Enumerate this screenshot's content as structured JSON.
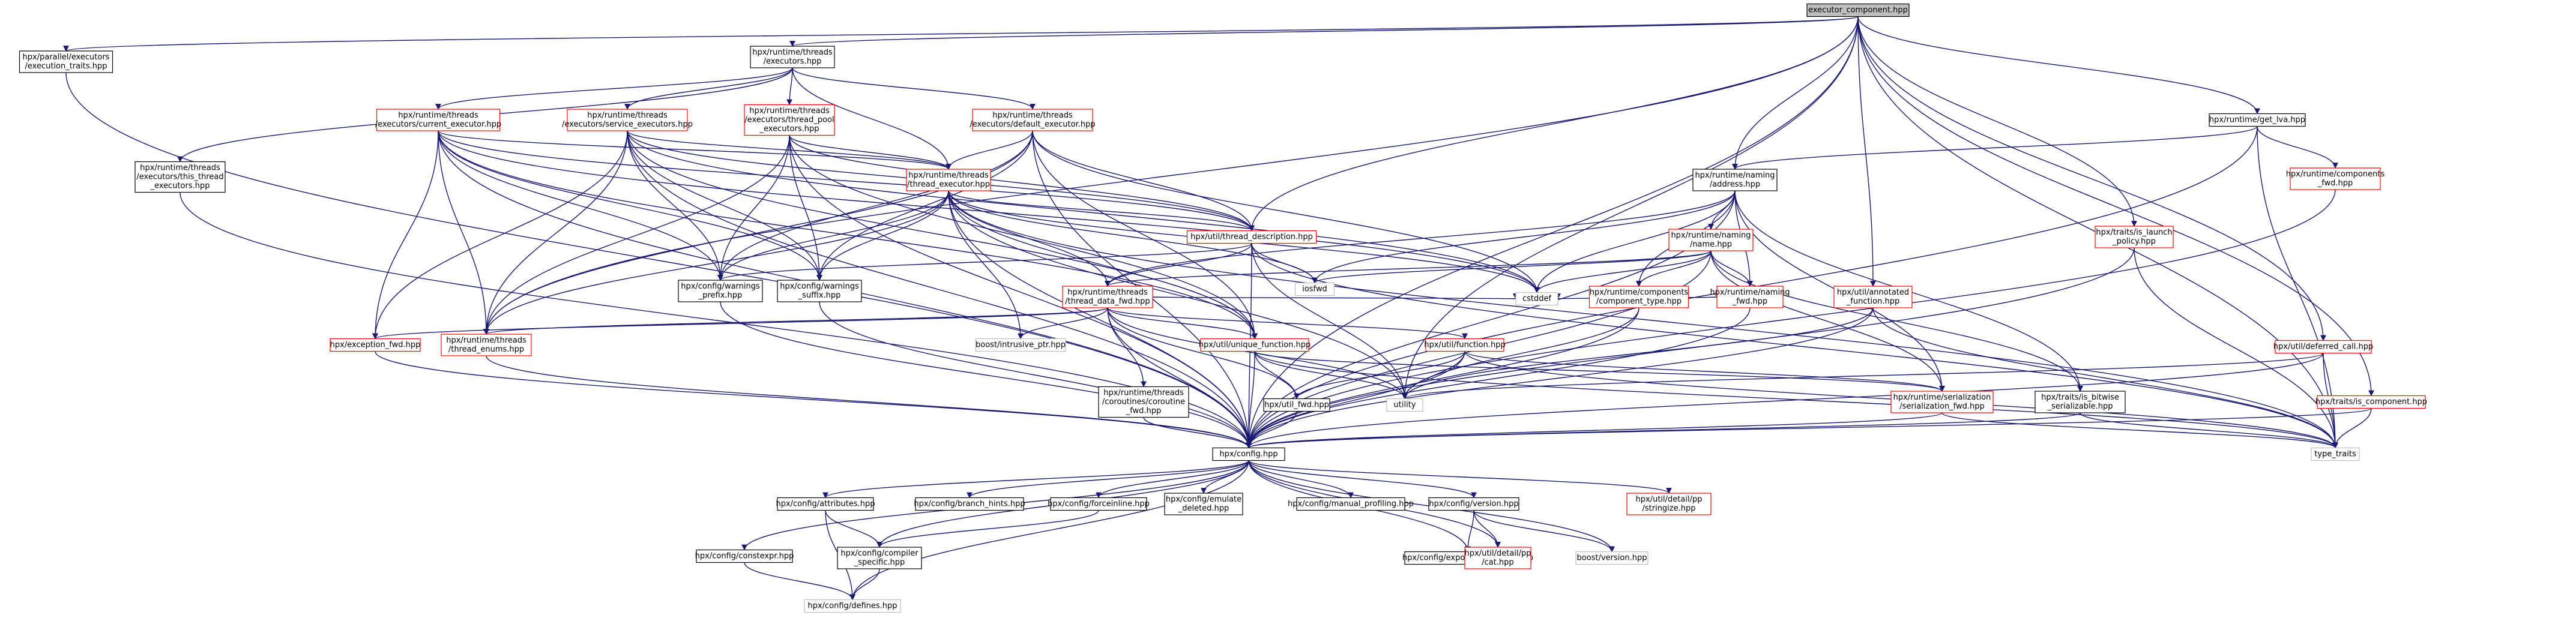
{
  "colors": {
    "edge": "#191970",
    "root_fill": "#bfbfbf",
    "root_stroke": "#000000",
    "node_fill": "#ffffff",
    "node_stroke": "#000000",
    "linked_stroke": "#ff0000",
    "system_stroke": "#bfbfbf"
  },
  "nodes": {
    "root": {
      "label": [
        "executor_component.hpp"
      ],
      "kind": "root"
    },
    "exec_traits": {
      "label": [
        "hpx/parallel/executors",
        "/execution_traits.hpp"
      ],
      "kind": "normal"
    },
    "executors": {
      "label": [
        "hpx/runtime/threads",
        "/executors.hpp"
      ],
      "kind": "normal"
    },
    "get_lva": {
      "label": [
        "hpx/runtime/get_lva.hpp"
      ],
      "kind": "normal"
    },
    "current_exec": {
      "label": [
        "hpx/runtime/threads",
        "/executors/current_executor.hpp"
      ],
      "kind": "linked"
    },
    "service_exec": {
      "label": [
        "hpx/runtime/threads",
        "/executors/service_executors.hpp"
      ],
      "kind": "linked"
    },
    "pool_exec": {
      "label": [
        "hpx/runtime/threads",
        "/executors/thread_pool",
        "_executors.hpp"
      ],
      "kind": "linked"
    },
    "default_exec": {
      "label": [
        "hpx/runtime/threads",
        "/executors/default_executor.hpp"
      ],
      "kind": "linked"
    },
    "this_thread_exec": {
      "label": [
        "hpx/runtime/threads",
        "/executors/this_thread",
        "_executors.hpp"
      ],
      "kind": "normal"
    },
    "thread_executor": {
      "label": [
        "hpx/runtime/threads",
        "/thread_executor.hpp"
      ],
      "kind": "linked"
    },
    "address": {
      "label": [
        "hpx/runtime/naming",
        "/address.hpp"
      ],
      "kind": "normal"
    },
    "components_fwd": {
      "label": [
        "hpx/runtime/components",
        "_fwd.hpp"
      ],
      "kind": "linked"
    },
    "is_launch_policy": {
      "label": [
        "hpx/traits/is_launch",
        "_policy.hpp"
      ],
      "kind": "linked"
    },
    "thread_description": {
      "label": [
        "hpx/util/thread_description.hpp"
      ],
      "kind": "linked"
    },
    "naming_name": {
      "label": [
        "hpx/runtime/naming",
        "/name.hpp"
      ],
      "kind": "linked"
    },
    "warnings_prefix": {
      "label": [
        "hpx/config/warnings",
        "_prefix.hpp"
      ],
      "kind": "normal"
    },
    "warnings_suffix": {
      "label": [
        "hpx/config/warnings",
        "_suffix.hpp"
      ],
      "kind": "normal"
    },
    "cstddef": {
      "label": [
        "cstddef"
      ],
      "kind": "system"
    },
    "iosfwd": {
      "label": [
        "iosfwd"
      ],
      "kind": "system"
    },
    "thread_data_fwd": {
      "label": [
        "hpx/runtime/threads",
        "/thread_data_fwd.hpp"
      ],
      "kind": "linked"
    },
    "component_type": {
      "label": [
        "hpx/runtime/components",
        "/component_type.hpp"
      ],
      "kind": "linked"
    },
    "naming_fwd": {
      "label": [
        "hpx/runtime/naming",
        "_fwd.hpp"
      ],
      "kind": "linked"
    },
    "annotated_function": {
      "label": [
        "hpx/util/annotated",
        "_function.hpp"
      ],
      "kind": "linked"
    },
    "exception_fwd": {
      "label": [
        "hpx/exception_fwd.hpp"
      ],
      "kind": "linked"
    },
    "thread_enums": {
      "label": [
        "hpx/runtime/threads",
        "/thread_enums.hpp"
      ],
      "kind": "linked"
    },
    "intrusive_ptr": {
      "label": [
        "boost/intrusive_ptr.hpp"
      ],
      "kind": "system"
    },
    "unique_function": {
      "label": [
        "hpx/util/unique_function.hpp"
      ],
      "kind": "linked"
    },
    "util_function": {
      "label": [
        "hpx/util/function.hpp"
      ],
      "kind": "linked"
    },
    "deferred_call": {
      "label": [
        "hpx/util/deferred_call.hpp"
      ],
      "kind": "linked"
    },
    "coroutine_fwd": {
      "label": [
        "hpx/runtime/threads",
        "/coroutines/coroutine",
        "_fwd.hpp"
      ],
      "kind": "normal"
    },
    "util_fwd": {
      "label": [
        "hpx/util_fwd.hpp"
      ],
      "kind": "normal"
    },
    "utility": {
      "label": [
        "utility"
      ],
      "kind": "system"
    },
    "serialization_fwd": {
      "label": [
        "hpx/runtime/serialization",
        "/serialization_fwd.hpp"
      ],
      "kind": "linked"
    },
    "is_bitwise": {
      "label": [
        "hpx/traits/is_bitwise",
        "_serializable.hpp"
      ],
      "kind": "normal"
    },
    "is_component": {
      "label": [
        "hpx/traits/is_component.hpp"
      ],
      "kind": "linked"
    },
    "type_traits": {
      "label": [
        "type_traits"
      ],
      "kind": "system"
    },
    "config": {
      "label": [
        "hpx/config.hpp"
      ],
      "kind": "normal"
    },
    "attributes": {
      "label": [
        "hpx/config/attributes.hpp"
      ],
      "kind": "normal"
    },
    "branch_hints": {
      "label": [
        "hpx/config/branch_hints.hpp"
      ],
      "kind": "normal"
    },
    "forceinline": {
      "label": [
        "hpx/config/forceinline.hpp"
      ],
      "kind": "normal"
    },
    "emulate_deleted": {
      "label": [
        "hpx/config/emulate",
        "_deleted.hpp"
      ],
      "kind": "normal"
    },
    "manual_profiling": {
      "label": [
        "hpx/config/manual_profiling.hpp"
      ],
      "kind": "normal"
    },
    "version": {
      "label": [
        "hpx/config/version.hpp"
      ],
      "kind": "normal"
    },
    "stringize": {
      "label": [
        "hpx/util/detail/pp",
        "/stringize.hpp"
      ],
      "kind": "linked"
    },
    "constexpr": {
      "label": [
        "hpx/config/constexpr.hpp"
      ],
      "kind": "normal"
    },
    "compiler_specific": {
      "label": [
        "hpx/config/compiler",
        "_specific.hpp"
      ],
      "kind": "normal"
    },
    "export_definitions": {
      "label": [
        "hpx/config/export_definitions.hpp"
      ],
      "kind": "normal"
    },
    "cat": {
      "label": [
        "hpx/util/detail/pp",
        "/cat.hpp"
      ],
      "kind": "linked"
    },
    "boost_version": {
      "label": [
        "boost/version.hpp"
      ],
      "kind": "system"
    },
    "defines": {
      "label": [
        "hpx/config/defines.hpp"
      ],
      "kind": "system"
    }
  },
  "edges": [
    [
      "root",
      "exec_traits"
    ],
    [
      "root",
      "executors"
    ],
    [
      "root",
      "get_lva"
    ],
    [
      "root",
      "thread_description"
    ],
    [
      "root",
      "address"
    ],
    [
      "root",
      "annotated_function"
    ],
    [
      "root",
      "is_launch_policy"
    ],
    [
      "root",
      "deferred_call"
    ],
    [
      "root",
      "thread_enums"
    ],
    [
      "root",
      "utility"
    ],
    [
      "root",
      "type_traits"
    ],
    [
      "root",
      "config"
    ],
    [
      "root",
      "is_component"
    ],
    [
      "exec_traits",
      "config"
    ],
    [
      "executors",
      "current_exec"
    ],
    [
      "executors",
      "service_exec"
    ],
    [
      "executors",
      "pool_exec"
    ],
    [
      "executors",
      "default_exec"
    ],
    [
      "executors",
      "this_thread_exec"
    ],
    [
      "executors",
      "thread_executor"
    ],
    [
      "current_exec",
      "thread_executor"
    ],
    [
      "current_exec",
      "warnings_prefix"
    ],
    [
      "current_exec",
      "warnings_suffix"
    ],
    [
      "current_exec",
      "thread_enums"
    ],
    [
      "current_exec",
      "exception_fwd"
    ],
    [
      "current_exec",
      "unique_function"
    ],
    [
      "current_exec",
      "cstddef"
    ],
    [
      "current_exec",
      "config"
    ],
    [
      "current_exec",
      "thread_description"
    ],
    [
      "service_exec",
      "thread_executor"
    ],
    [
      "service_exec",
      "warnings_prefix"
    ],
    [
      "service_exec",
      "warnings_suffix"
    ],
    [
      "service_exec",
      "thread_enums"
    ],
    [
      "service_exec",
      "exception_fwd"
    ],
    [
      "service_exec",
      "unique_function"
    ],
    [
      "service_exec",
      "cstddef"
    ],
    [
      "service_exec",
      "config"
    ],
    [
      "service_exec",
      "thread_description"
    ],
    [
      "pool_exec",
      "thread_executor"
    ],
    [
      "pool_exec",
      "warnings_prefix"
    ],
    [
      "pool_exec",
      "warnings_suffix"
    ],
    [
      "pool_exec",
      "thread_enums"
    ],
    [
      "pool_exec",
      "config"
    ],
    [
      "pool_exec",
      "thread_description"
    ],
    [
      "pool_exec",
      "unique_function"
    ],
    [
      "default_exec",
      "thread_executor"
    ],
    [
      "default_exec",
      "warnings_prefix"
    ],
    [
      "default_exec",
      "warnings_suffix"
    ],
    [
      "default_exec",
      "thread_enums"
    ],
    [
      "default_exec",
      "cstddef"
    ],
    [
      "default_exec",
      "config"
    ],
    [
      "default_exec",
      "thread_description"
    ],
    [
      "default_exec",
      "unique_function"
    ],
    [
      "this_thread_exec",
      "config"
    ],
    [
      "thread_executor",
      "thread_description"
    ],
    [
      "thread_executor",
      "warnings_prefix"
    ],
    [
      "thread_executor",
      "warnings_suffix"
    ],
    [
      "thread_executor",
      "thread_data_fwd"
    ],
    [
      "thread_executor",
      "thread_enums"
    ],
    [
      "thread_executor",
      "intrusive_ptr"
    ],
    [
      "thread_executor",
      "unique_function"
    ],
    [
      "thread_executor",
      "cstddef"
    ],
    [
      "thread_executor",
      "iosfwd"
    ],
    [
      "thread_executor",
      "utility"
    ],
    [
      "thread_executor",
      "config"
    ],
    [
      "thread_executor",
      "type_traits"
    ],
    [
      "get_lva",
      "address"
    ],
    [
      "get_lva",
      "components_fwd"
    ],
    [
      "get_lva",
      "config"
    ],
    [
      "get_lva",
      "type_traits"
    ],
    [
      "components_fwd",
      "config"
    ],
    [
      "is_launch_policy",
      "type_traits"
    ],
    [
      "is_launch_policy",
      "config"
    ],
    [
      "address",
      "naming_name"
    ],
    [
      "address",
      "component_type"
    ],
    [
      "address",
      "naming_fwd"
    ],
    [
      "address",
      "iosfwd"
    ],
    [
      "address",
      "cstddef"
    ],
    [
      "address",
      "config"
    ],
    [
      "address",
      "serialization_fwd"
    ],
    [
      "address",
      "is_bitwise"
    ],
    [
      "address",
      "thread_data_fwd"
    ],
    [
      "naming_name",
      "naming_fwd"
    ],
    [
      "naming_name",
      "component_type"
    ],
    [
      "naming_name",
      "iosfwd"
    ],
    [
      "naming_name",
      "serialization_fwd"
    ],
    [
      "naming_name",
      "config"
    ],
    [
      "naming_name",
      "cstddef"
    ],
    [
      "naming_name",
      "is_bitwise"
    ],
    [
      "naming_name",
      "thread_data_fwd"
    ],
    [
      "thread_description",
      "thread_data_fwd"
    ],
    [
      "thread_description",
      "iosfwd"
    ],
    [
      "thread_description",
      "config"
    ],
    [
      "thread_description",
      "utility"
    ],
    [
      "thread_description",
      "type_traits"
    ],
    [
      "thread_description",
      "warnings_prefix"
    ],
    [
      "thread_data_fwd",
      "exception_fwd"
    ],
    [
      "thread_data_fwd",
      "thread_enums"
    ],
    [
      "thread_data_fwd",
      "intrusive_ptr"
    ],
    [
      "thread_data_fwd",
      "unique_function"
    ],
    [
      "thread_data_fwd",
      "util_function"
    ],
    [
      "thread_data_fwd",
      "coroutine_fwd"
    ],
    [
      "thread_data_fwd",
      "util_fwd"
    ],
    [
      "thread_data_fwd",
      "cstddef"
    ],
    [
      "thread_data_fwd",
      "utility"
    ],
    [
      "thread_data_fwd",
      "config"
    ],
    [
      "component_type",
      "config"
    ],
    [
      "component_type",
      "utility"
    ],
    [
      "naming_fwd",
      "config"
    ],
    [
      "naming_fwd",
      "cstddef"
    ],
    [
      "annotated_function",
      "config"
    ],
    [
      "annotated_function",
      "utility"
    ],
    [
      "annotated_function",
      "type_traits"
    ],
    [
      "exception_fwd",
      "config"
    ],
    [
      "thread_enums",
      "config"
    ],
    [
      "unique_function",
      "util_fwd"
    ],
    [
      "unique_function",
      "utility"
    ],
    [
      "unique_function",
      "config"
    ],
    [
      "unique_function",
      "serialization_fwd"
    ],
    [
      "unique_function",
      "type_traits"
    ],
    [
      "util_function",
      "util_fwd"
    ],
    [
      "util_function",
      "utility"
    ],
    [
      "util_function",
      "config"
    ],
    [
      "util_function",
      "serialization_fwd"
    ],
    [
      "util_function",
      "type_traits"
    ],
    [
      "deferred_call",
      "utility"
    ],
    [
      "deferred_call",
      "type_traits"
    ],
    [
      "deferred_call",
      "config"
    ],
    [
      "coroutine_fwd",
      "config"
    ],
    [
      "util_fwd",
      "config"
    ],
    [
      "serialization_fwd",
      "config"
    ],
    [
      "serialization_fwd",
      "type_traits"
    ],
    [
      "is_bitwise",
      "type_traits"
    ],
    [
      "is_bitwise",
      "config"
    ],
    [
      "is_component",
      "config"
    ],
    [
      "is_component",
      "type_traits"
    ],
    [
      "warnings_prefix",
      "config"
    ],
    [
      "warnings_suffix",
      "config"
    ],
    [
      "config",
      "attributes"
    ],
    [
      "config",
      "branch_hints"
    ],
    [
      "config",
      "forceinline"
    ],
    [
      "config",
      "emulate_deleted"
    ],
    [
      "config",
      "manual_profiling"
    ],
    [
      "config",
      "version"
    ],
    [
      "config",
      "stringize"
    ],
    [
      "config",
      "constexpr"
    ],
    [
      "config",
      "compiler_specific"
    ],
    [
      "config",
      "export_definitions"
    ],
    [
      "config",
      "cat"
    ],
    [
      "config",
      "boost_version"
    ],
    [
      "config",
      "defines"
    ],
    [
      "attributes",
      "compiler_specific"
    ],
    [
      "attributes",
      "defines"
    ],
    [
      "forceinline",
      "compiler_specific"
    ],
    [
      "compiler_specific",
      "defines"
    ],
    [
      "version",
      "export_definitions"
    ],
    [
      "version",
      "cat"
    ],
    [
      "version",
      "boost_version"
    ],
    [
      "constexpr",
      "defines"
    ]
  ]
}
